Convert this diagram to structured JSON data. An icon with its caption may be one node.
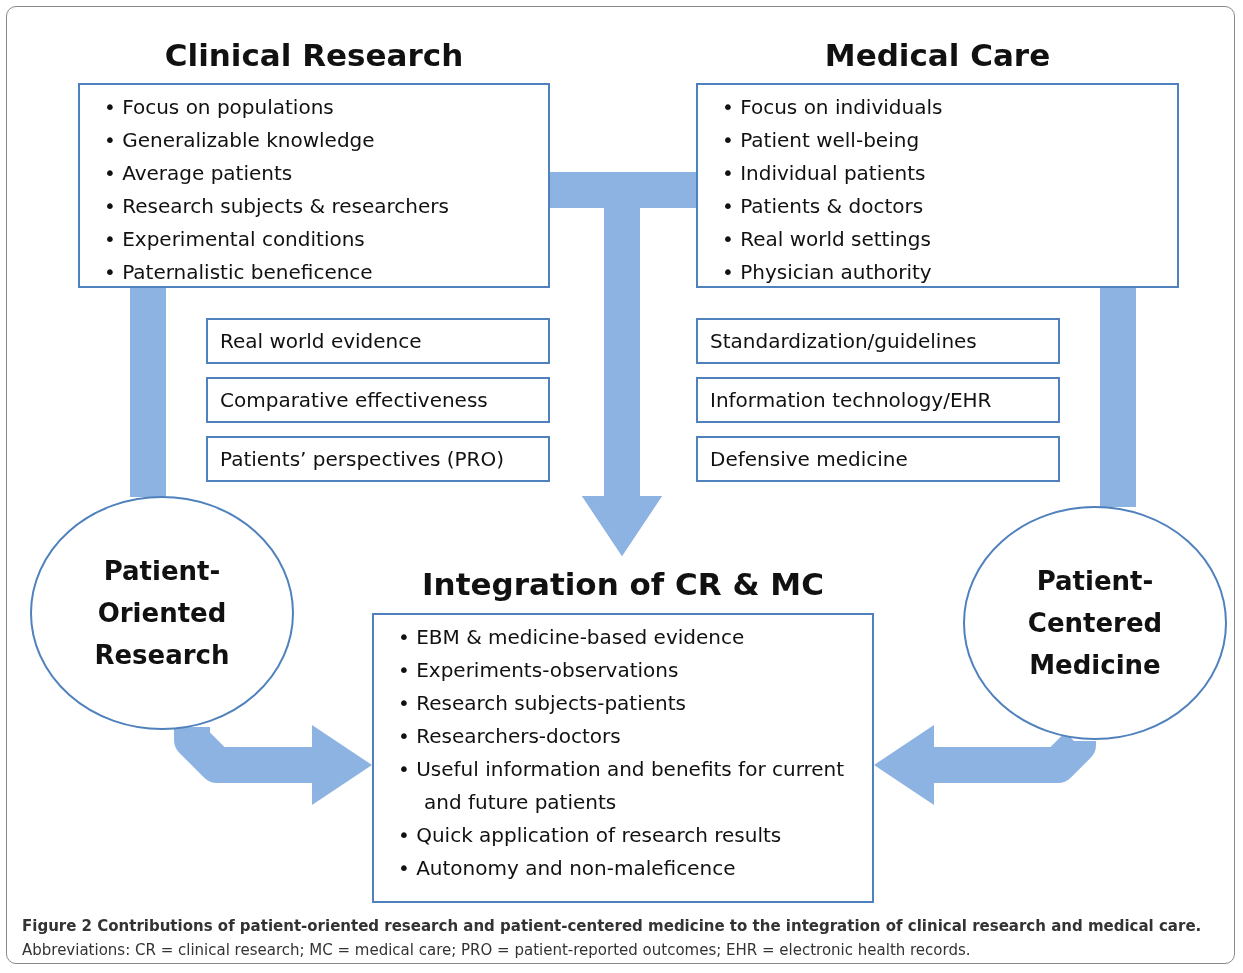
{
  "diagram": {
    "nodes": [
      {
        "text": [
          "Clinical Research",
          "• Focus on populations",
          "• Generalizable knowledge",
          "• Average patients",
          "• Research subjects & researchers",
          "• Experimental  conditions",
          "• Paternalistic beneficence"
        ]
      },
      {
        "text": [
          "Medical Care",
          "• Focus on individuals",
          "• Patient well-being",
          "• Individual patients",
          "• Patients & doctors",
          "• Real world settings",
          "• Physician authority"
        ]
      },
      {
        "text": [
          "Real world evidence"
        ]
      },
      {
        "text": [
          "Comparative effectiveness"
        ]
      },
      {
        "text": [
          "Patients’ perspectives (PRO)"
        ]
      },
      {
        "text": [
          "Standardization/guidelines"
        ]
      },
      {
        "text": [
          "Information technology/EHR"
        ]
      },
      {
        "text": [
          "Defensive medicine"
        ]
      },
      {
        "text": [
          "Patient-Oriented Research"
        ]
      },
      {
        "text": [
          "Integration of CR & MC",
          "• EBM & medicine-based evidence",
          "• Experiments-observations",
          "• Research subjects-patients",
          "• Researchers-doctors",
          "• Useful information and benefits for current and future patients",
          "• Quick application of research results",
          "• Autonomy and non-maleficence"
        ]
      },
      {
        "text": [
          "Patient-Centered Medicine"
        ]
      }
    ],
    "edges": [
      {
        "from": 0,
        "to": 8,
        "arrow": "none"
      },
      {
        "from": 8,
        "to": 9,
        "arrow": "to"
      },
      {
        "from": 0,
        "to": 9,
        "arrow": "to"
      },
      {
        "from": 1,
        "to": 9,
        "arrow": "to"
      },
      {
        "from": 1,
        "to": 10,
        "arrow": "none"
      },
      {
        "from": 10,
        "to": 9,
        "arrow": "to"
      }
    ],
    "caption": "**Figure 2 Contributions of patient-oriented research and patient-centered medicine to the integration of clinical research and medical care.** Abbreviations: CR = clinical research; MC = medical care; PRO = patient-reported outcomes; EHR = electronic health records."
  }
}
